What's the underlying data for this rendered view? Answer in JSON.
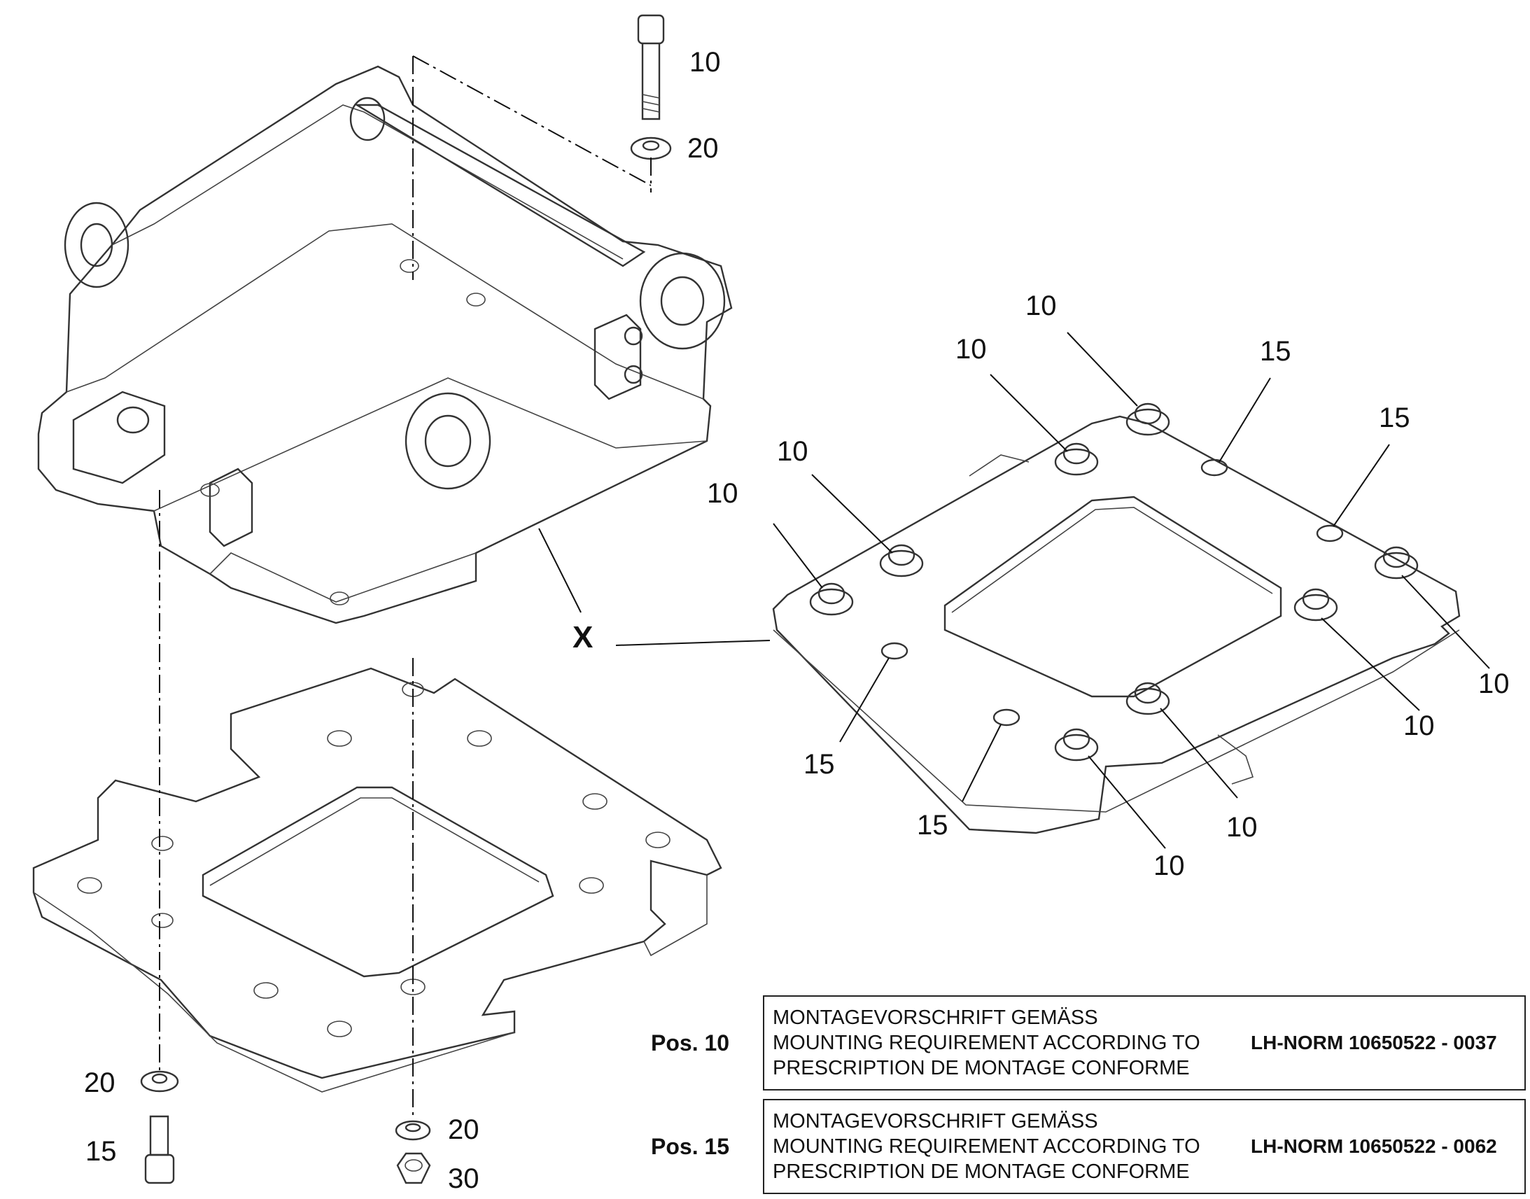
{
  "callouts": {
    "top_bolt": "10",
    "top_washer": "20",
    "x": "X",
    "bolt_a": "10",
    "bolt_b": "10",
    "bolt_c": "10",
    "bolt_d": "10",
    "hole_a": "15",
    "hole_b": "15",
    "hole_c": "15",
    "hole_d": "15",
    "bolt_e": "10",
    "bolt_f": "10",
    "bolt_g": "10",
    "bolt_h": "10",
    "bottom_washer_left": "20",
    "bottom_bolt": "15",
    "bottom_washer_right": "20",
    "nut": "30"
  },
  "notes": [
    {
      "pos": "Pos. 10",
      "de": "MONTAGEVORSCHRIFT GEMÄSS",
      "en": "MOUNTING REQUIREMENT ACCORDING TO",
      "fr": "PRESCRIPTION DE MONTAGE CONFORME",
      "norm": "LH-NORM 10650522 - 0037"
    },
    {
      "pos": "Pos. 15",
      "de": "MONTAGEVORSCHRIFT GEMÄSS",
      "en": "MOUNTING REQUIREMENT ACCORDING TO",
      "fr": "PRESCRIPTION DE MONTAGE CONFORME",
      "norm": "LH-NORM 10650522 - 0062"
    }
  ]
}
